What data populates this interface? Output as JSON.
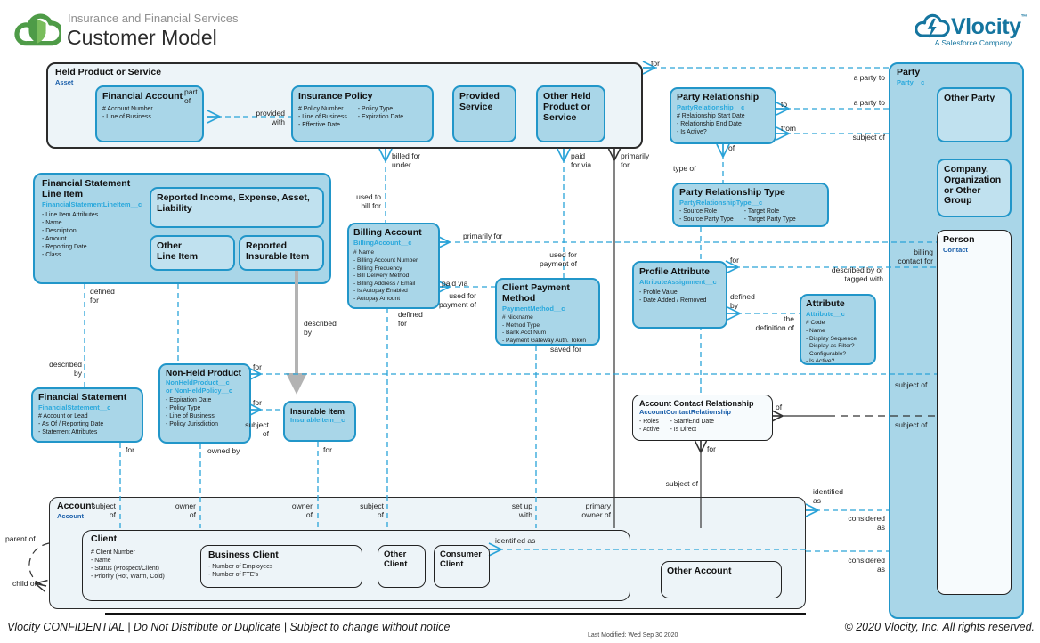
{
  "header": {
    "subtitle": "Insurance and Financial Services",
    "title": "Customer Model"
  },
  "brand": {
    "name": "Vlocity",
    "tm": "™",
    "tagline": "A Salesforce Company"
  },
  "containers": {
    "held": {
      "title": "Held Product or Service",
      "subtitle": "Asset"
    },
    "fsli": {
      "title": "Financial Statement\nLine Item",
      "subtitle": "FinancialStatementLineItem__c",
      "attrs": [
        "- Line Item Attributes",
        "- Name",
        "- Description",
        "- Amount",
        "- Reporting Date",
        "- Class"
      ]
    },
    "party": {
      "title": "Party",
      "subtitle": "Party__c"
    },
    "account": {
      "title": "Account",
      "subtitle": "Account"
    }
  },
  "entities": {
    "financial_account": {
      "title": "Financial Account",
      "attrs": [
        "# Account Number",
        "- Line of Business"
      ]
    },
    "insurance_policy": {
      "title": "Insurance Policy",
      "attrs": [
        "# Policy Number",
        "- Line of Business",
        "- Effective Date"
      ],
      "attrs2": [
        "- Policy Type",
        "- Expiration Date"
      ]
    },
    "provided_service": {
      "title": "Provided\nService"
    },
    "other_held": {
      "title": "Other Held\nProduct or\nService"
    },
    "reported_income": {
      "title": "Reported Income, Expense, Asset,\nLiability"
    },
    "other_line_item": {
      "title": "Other\nLine Item"
    },
    "reported_insurable": {
      "title": "Reported\nInsurable Item"
    },
    "billing_account": {
      "title": "Billing Account",
      "subtitle": "BillingAccount__c",
      "attrs": [
        "# Name",
        "- Billing Account Number",
        "- Billing Frequency",
        "- Bill Delivery Method",
        "- Billing Address / Email",
        "- Is Autopay Enabled",
        "- Autopay Amount"
      ]
    },
    "client_payment_method": {
      "title": "Client Payment\nMethod",
      "subtitle": "PaymentMethod__c",
      "attrs": [
        "# Nickname",
        "- Method Type",
        "- Bank Acct Num",
        "- Payment Gateway Auth. Token"
      ]
    },
    "party_relationship": {
      "title": "Party Relationship",
      "subtitle": "PartyRelationship__c",
      "attrs": [
        "# Relationship Start Date",
        "- Relationship End Date",
        "- Is Active?"
      ]
    },
    "party_relationship_type": {
      "title": "Party Relationship Type",
      "subtitle": "PartyRelationshipType__c",
      "attrs": [
        "- Source Role",
        "- Source Party Type"
      ],
      "attrs2": [
        "- Target Role",
        "- Target Party Type"
      ]
    },
    "profile_attribute": {
      "title": "Profile Attribute",
      "subtitle": "AttributeAssignment__c",
      "attrs": [
        "- Profile Value",
        "- Date Added / Removed"
      ]
    },
    "attribute": {
      "title": "Attribute",
      "subtitle": "Attribute__c",
      "attrs": [
        "# Code",
        "- Name",
        "- Display Sequence",
        "- Display as Filter?",
        "- Configurable?",
        "- Is Active?"
      ]
    },
    "other_party": {
      "title": "Other Party"
    },
    "company_org": {
      "title": "Company,\nOrganization\nor Other\nGroup"
    },
    "person": {
      "title": "Person",
      "subtitle": "Contact"
    },
    "financial_statement": {
      "title": "Financial Statement",
      "subtitle": "FinancialStatement__c",
      "attrs": [
        "# Account or Lead",
        "- As Of / Reporting Date",
        "- Statement Attributes"
      ]
    },
    "non_held_product": {
      "title": "Non-Held Product",
      "subtitle": "NonHeldProduct__c\nor NonHeldPolicy__c",
      "attrs": [
        "- Expiration Date",
        "- Policy Type",
        "- Line of Business",
        "- Policy Jurisdiction"
      ]
    },
    "insurable_item": {
      "title": "Insurable Item",
      "subtitle": "InsurableItem__c"
    },
    "account_contact_relationship": {
      "title": "Account Contact Relationship",
      "subtitle": "AccountContactRelationship",
      "attrs": [
        "- Roles",
        "- Active"
      ],
      "attrs2": [
        "- Start/End Date",
        "- Is Direct"
      ]
    },
    "client": {
      "title": "Client",
      "attrs": [
        "# Client Number",
        "- Name",
        "- Status (Prospect/Client)",
        "- Priority (Hot, Warm, Cold)"
      ]
    },
    "business_client": {
      "title": "Business Client",
      "attrs": [
        "- Number of Employees",
        "- Number of FTE's"
      ]
    },
    "other_client": {
      "title": "Other\nClient"
    },
    "consumer_client": {
      "title": "Consumer\nClient"
    },
    "other_account": {
      "title": "Other Account"
    }
  },
  "connector_labels": {
    "part_of": "part\nof",
    "provided_with": "provided\nwith",
    "billed_for_under": "billed for\nunder",
    "used_to_bill": "used to\nbill for",
    "paid_for_via": "paid\nfor via",
    "primarily_for_top": "primarily\nfor",
    "for_top": "for",
    "a_party_to_1": "a party to",
    "a_party_to_2": "a party to",
    "subject_of_party": "subject of",
    "to": "to",
    "from": "from",
    "of_pr": "of",
    "type_of": "type of",
    "primarily_for_ba": "primarily for",
    "used_for_pay1": "used for\npayment of",
    "paid_via": "paid via",
    "used_for_pay2": "used for\npayment of",
    "defined_for_ba": "defined\nfor",
    "saved_for": "saved for",
    "billing_contact": "billing\ncontact for",
    "for_pa": "for",
    "described_by_tagged": "described by or\ntagged with",
    "defined_by": "defined\nby",
    "the_definition": "the\ndefinition of",
    "subject_of_nh": "subject of",
    "subject_of_acr_r": "subject of",
    "of_acr": "of",
    "for_acr": "for",
    "subject_of_acr_b": "subject of",
    "described_by_fs": "described\nby",
    "defined_for_fsli": "defined\nfor",
    "described_by_gray": "described\nby",
    "for_nh1": "for",
    "for_nh2": "for",
    "subject_of_ii": "subject\nof",
    "for_fs": "for",
    "owned_by": "owned by",
    "for_ii": "for",
    "subject_of_a1": "subject\nof",
    "owner_of_1": "owner\nof",
    "owner_of_2": "owner\nof",
    "subject_of_a2": "subject\nof",
    "set_up_with": "set up\nwith",
    "primary_owner": "primary\nowner of",
    "identified_as_cc": "identified as",
    "identified_as_p": "identified\nas",
    "considered_as_1": "considered\nas",
    "considered_as_2": "considered\nas",
    "parent_of": "parent of",
    "child_of": "child of"
  },
  "footer": {
    "left": "Vlocity CONFIDENTIAL | Do Not Distribute or Duplicate | Subject to change without notice",
    "modified": "Last Modified: Wed Sep 30 2020",
    "right": "© 2020 Vlocity, Inc. All rights reserved."
  },
  "colors": {
    "accent_blue": "#2aa3d8",
    "entity_fill": "#a9d6e8",
    "entity_border": "#2196c9",
    "custom_object_text": "#29a8dc",
    "standard_object_text": "#1b5faa",
    "container_fill": "#edf4f8",
    "vlocity_blue": "#15759f",
    "logo_green": "#4e9b47",
    "gray_arrow": "#b3b3b3"
  }
}
